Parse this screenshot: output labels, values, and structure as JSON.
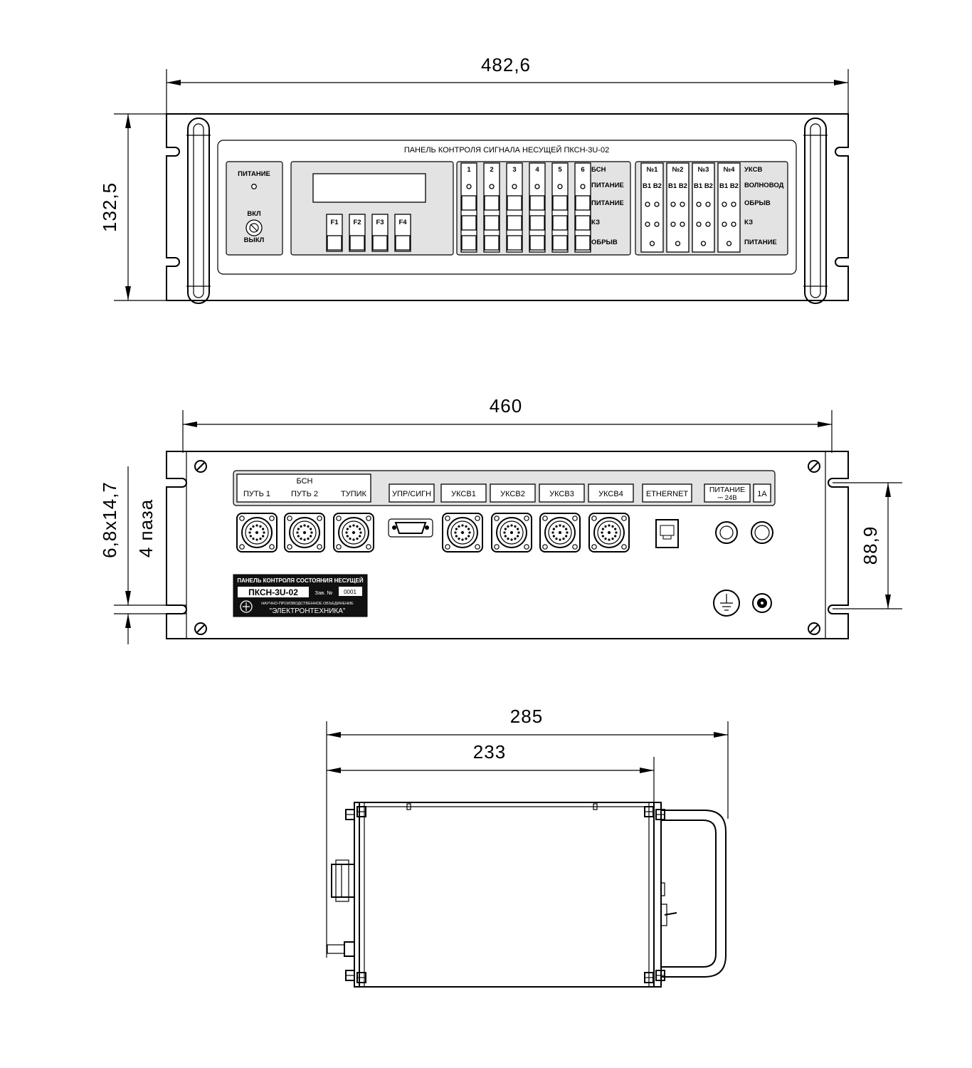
{
  "front": {
    "dim_width": "482,6",
    "dim_height": "132,5",
    "title": "ПАНЕЛЬ КОНТРОЛЯ СИГНАЛА НЕСУЩЕЙ ПКСН-3U-02",
    "power_label": "ПИТАНИЕ",
    "switch_on": "ВКЛ",
    "switch_off": "ВЫКЛ",
    "f_keys": [
      "F1",
      "F2",
      "F3",
      "F4"
    ],
    "bsn_channels": [
      "1",
      "2",
      "3",
      "4",
      "5",
      "6"
    ],
    "bsn_rows": [
      "БСН",
      "ПИТАНИЕ",
      "ПИТАНИЕ",
      "КЗ",
      "ОБРЫВ"
    ],
    "uksv_channels": [
      "№1",
      "№2",
      "№3",
      "№4"
    ],
    "uksv_sub": "В1 В2",
    "uksv_rows": [
      "УКСВ",
      "ВОЛНОВОД",
      "ОБРЫВ",
      "КЗ",
      "ПИТАНИЕ"
    ]
  },
  "rear": {
    "dim_width": "460",
    "dim_slot": "6,8х14,7",
    "dim_slot_count": "4 паза",
    "dim_mount": "88,9",
    "bsn_group": "БСН",
    "connector_labels": [
      "ПУТЬ 1",
      "ПУТЬ 2",
      "ТУПИК",
      "УПР/СИГН",
      "УКСВ1",
      "УКСВ2",
      "УКСВ3",
      "УКСВ4",
      "ETHERNET"
    ],
    "power_label": "ПИТАНИЕ",
    "power_voltage": "⎓ 24В",
    "fuse_label": "1А",
    "plate": {
      "line1": "ПАНЕЛЬ КОНТРОЛЯ СОСТОЯНИЯ НЕСУЩЕЙ",
      "model": "ПКСН-3U-02",
      "serial_label": "Зав. №",
      "serial": "0001",
      "org_line": "НАУЧНО-ПРОИЗВОДСТВЕННОЕ ОБЪЕДИНЕНИЕ",
      "org_name": "\"ЭЛЕКТРОНТЕХНИКА\""
    }
  },
  "side": {
    "dim_total": "285",
    "dim_body": "233"
  }
}
